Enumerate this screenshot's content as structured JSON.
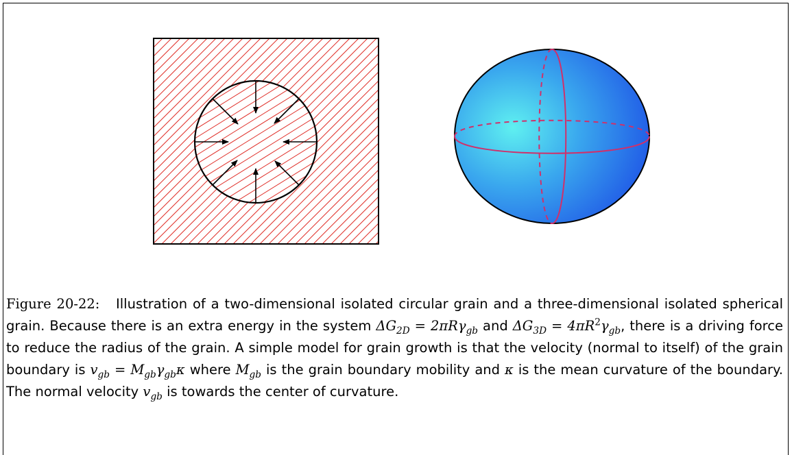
{
  "figure": {
    "label": "Figure 20-22:",
    "hatch_color": "#e0302a",
    "sphere_gradient": [
      "#5ff0f0",
      "#3aa8ee",
      "#1f56e6"
    ],
    "sphere_line_color": "#d0306a"
  },
  "caption": {
    "s1": "Illustration of a two-dimensional isolated circular grain and a three-dimensional isolated spherical grain. Because there is an extra energy in the system",
    "eq1": "ΔG",
    "eq1_sub": "2D",
    "eq1_rhs": "= 2πRγ",
    "eq1_rhs_sub": "gb",
    "and": "and",
    "eq2": "ΔG",
    "eq2_sub": "3D",
    "eq2_rhs": "= 4πR",
    "eq2_sup": "2",
    "eq2_rhs2": "γ",
    "eq2_rhs_sub": "gb",
    "s2": ", there is a driving force to reduce the radius of the grain. A simple model for grain growth is that the velocity (normal to itself) of the grain boundary is",
    "eq3_v": "v",
    "eq3_v_sub": "gb",
    "eq3_eq": "= M",
    "eq3_m_sub": "gb",
    "eq3_g": "γ",
    "eq3_g_sub": "gb",
    "eq3_k": "κ",
    "s3": "where",
    "m": "M",
    "m_sub": "gb",
    "s4": "is the grain boundary mobility and",
    "kappa": "κ",
    "s5": "is the mean curvature of the boundary. The normal velocity",
    "v": "v",
    "v_sub": "gb",
    "s6": "is towards the center of curvature."
  }
}
